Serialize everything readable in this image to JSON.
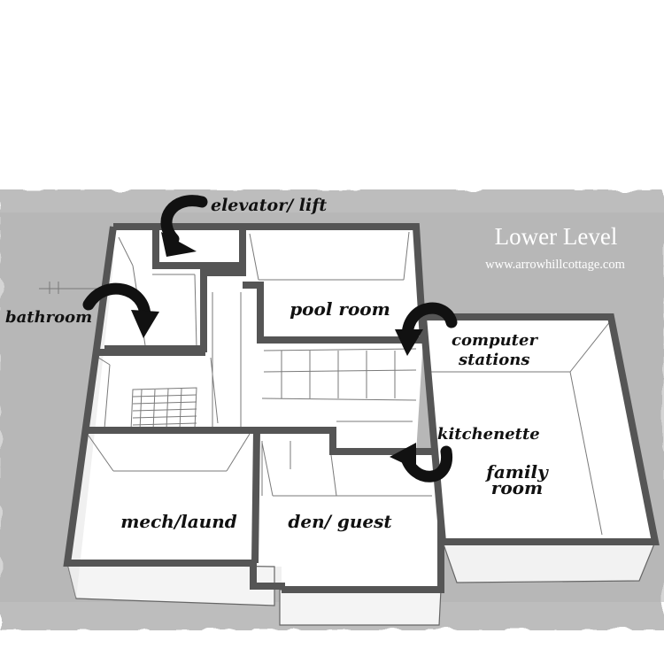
{
  "header": {
    "title": "Lower Level",
    "website": "www.arrowhillcottage.com"
  },
  "rooms": {
    "pool_room": "pool room",
    "mech_laund": "mech/laund",
    "den_guest": "den/ guest",
    "family_room_line1": "family",
    "family_room_line2": "room"
  },
  "callouts": {
    "elevator": "elevator/ lift",
    "bathroom": "bathroom",
    "computer_line1": "computer",
    "computer_line2": "stations",
    "kitchenette": "kitchenette"
  },
  "colors": {
    "backdrop": "#b9b9b9",
    "wall": "#555555",
    "floor": "#ffffff",
    "sketch": "#777777",
    "arrow": "#111111"
  }
}
